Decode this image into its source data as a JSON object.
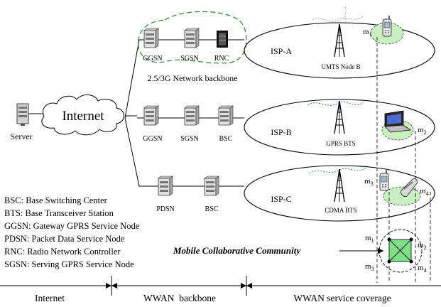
{
  "server": {
    "label": "Server"
  },
  "internet_cloud": {
    "label": "Internet"
  },
  "backbone": {
    "group_label": "2.5/3G Network backbone",
    "row_a": [
      "GGSN",
      "SGSN",
      "RNC"
    ],
    "row_b": [
      "GGSN",
      "SGSN",
      "BSC"
    ],
    "row_c": [
      "PDSN",
      "BSC"
    ]
  },
  "isps": [
    {
      "name": "ISP-A",
      "station": "UMTS Node B"
    },
    {
      "name": "ISP-B",
      "station": "GPRS BTS"
    },
    {
      "name": "ISP-C",
      "station": "CDMA BTS"
    }
  ],
  "devices": {
    "m1": {
      "base": "m",
      "sub": "1"
    },
    "m2": {
      "base": "m",
      "sub": "2"
    },
    "m3": {
      "base": "m",
      "sub": "3"
    },
    "m4": {
      "base": "m",
      "sub": "4"
    }
  },
  "community": {
    "label": "Mobile Collaborative Community"
  },
  "legend": [
    "BSC: Base Switching Center",
    "BTS: Base Transceiver Station",
    "GGSN: Gateway GPRS Service Node",
    "PDSN: Packet Data Service Node",
    "RNC: Radio Network Controller",
    "SGSN: Serving GPRS Service Node"
  ],
  "sections": [
    "Internet",
    "WWAN  backbone",
    "WWAN service coverage"
  ],
  "colors": {
    "group_outline": "#2e7d32",
    "coverage_fill": "#c8f0c0",
    "signal_a": "#8aa0a0",
    "signal_b": "#2255cc",
    "signal_c": "#1e9e3e",
    "community_fill": "#7fe08a"
  }
}
